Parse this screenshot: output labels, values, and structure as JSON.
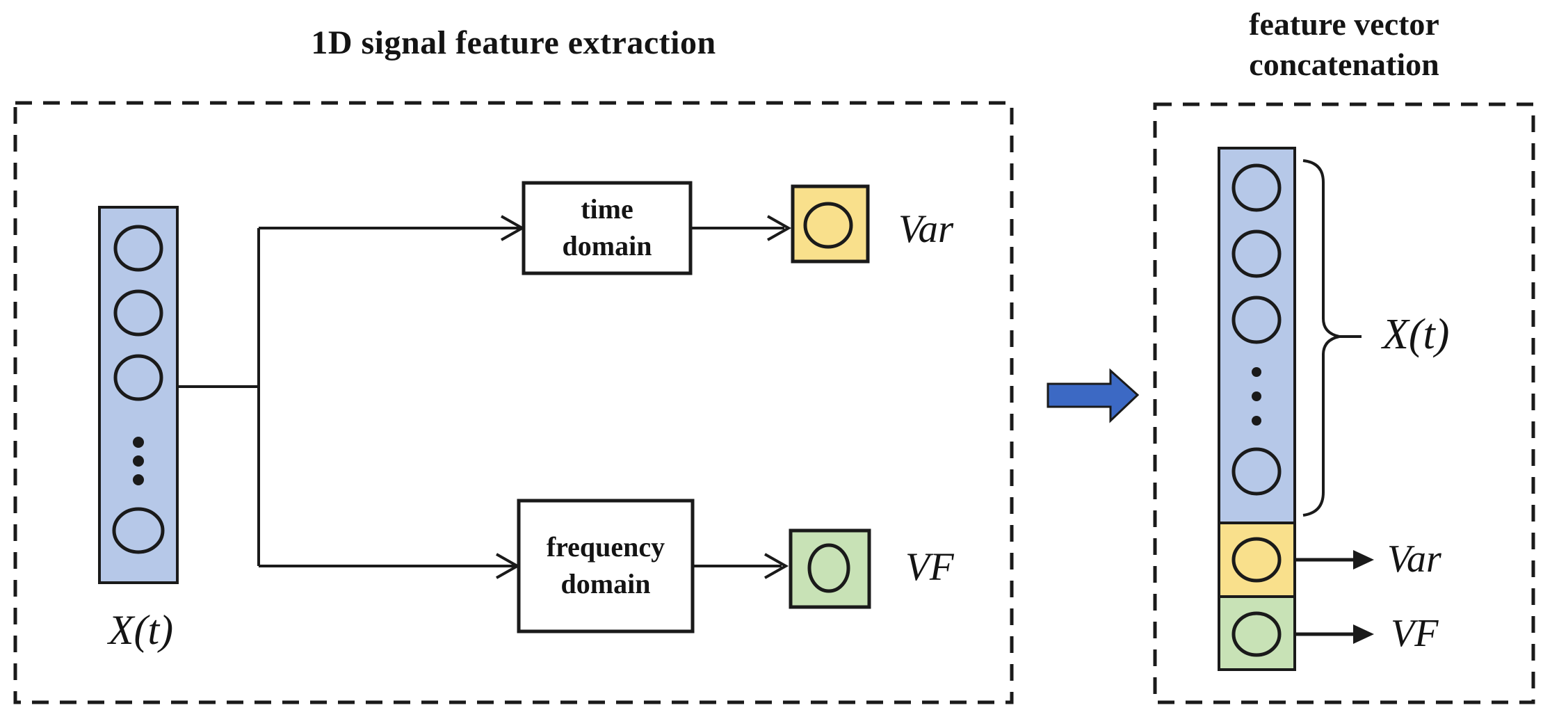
{
  "left_panel": {
    "title": "1D signal feature extraction",
    "signal_label": "X(t)",
    "time_box_line1": "time",
    "time_box_line2": "domain",
    "freq_box_line1": "frequency",
    "freq_box_line2": "domain",
    "var_label": "Var",
    "vf_label": "VF"
  },
  "right_panel": {
    "title_line1": "feature vector",
    "title_line2": "concatenation",
    "signal_label": "X(t)",
    "var_label": "Var",
    "vf_label": "VF"
  },
  "colors": {
    "vector_blue": "#b6c8e8",
    "var_yellow": "#f9e08c",
    "vf_green": "#c8e2b6",
    "arrow_blue": "#3c69c4",
    "line_black": "#1a1a1a",
    "box_white": "#ffffff"
  },
  "icons": {
    "flow_arrow": "right-block-arrow",
    "node": "circle-node"
  }
}
